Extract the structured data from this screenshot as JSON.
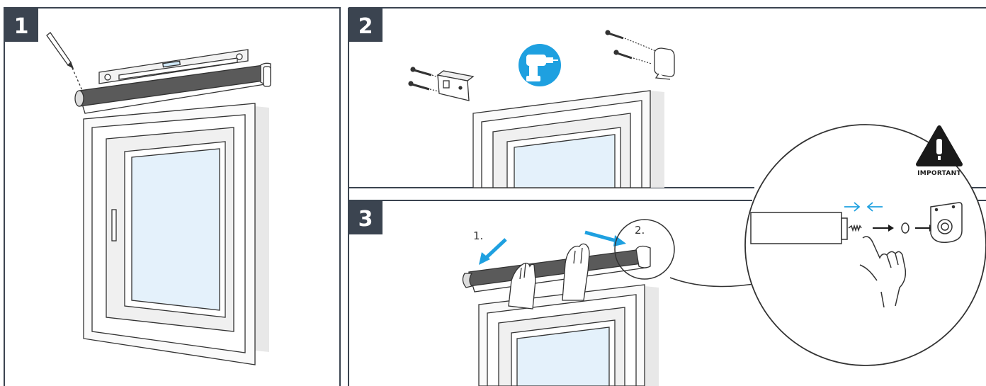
{
  "panels": [
    {
      "step": "1"
    },
    {
      "step": "2"
    },
    {
      "step": "3"
    }
  ],
  "step3": {
    "label_1": "1.",
    "label_2": "2."
  },
  "warning": {
    "text": "IMPORTANT",
    "symbol": "!"
  },
  "icons": {
    "drill": "drill-icon",
    "warning": "warning-icon"
  },
  "colors": {
    "frame": "#3b4450",
    "badge": "#3b4450",
    "accent_blue": "#1ea0e0",
    "roller": "#5a5a5a"
  }
}
